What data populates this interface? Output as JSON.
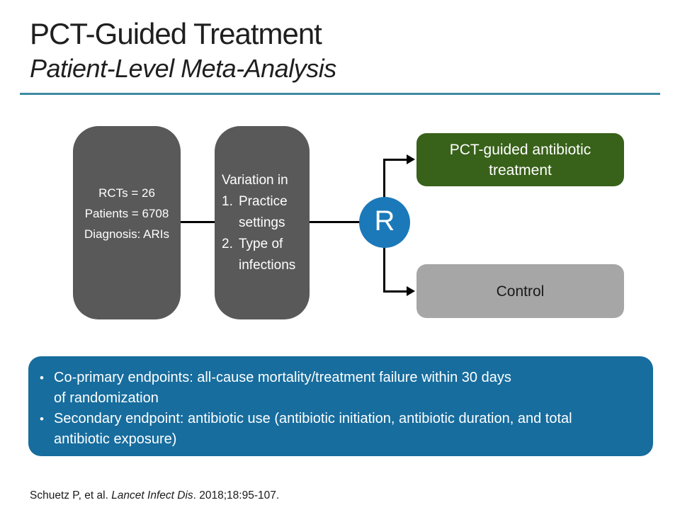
{
  "header": {
    "title": "PCT-Guided Treatment",
    "subtitle": "Patient-Level Meta-Analysis"
  },
  "diagram": {
    "study_box": {
      "line1": "RCTs = 26",
      "line2": "Patients = 6708",
      "line3": "Diagnosis: ARIs"
    },
    "variation_box": {
      "heading": "Variation in",
      "item1_num": "1.",
      "item1_text": "Practice\nsettings",
      "item2_num": "2.",
      "item2_text": "Type of\ninfections"
    },
    "randomizer_label": "R",
    "pct_arm_label": "PCT-guided antibiotic\ntreatment",
    "control_arm_label": "Control"
  },
  "endpoints_panel": {
    "bullet_glyph": "•",
    "bullet1": "Co-primary endpoints: all-cause mortality/treatment failure within 30 days\nof randomization",
    "bullet2": "Secondary endpoint: antibiotic use (antibiotic initiation, antibiotic duration, and total\nantibiotic exposure)"
  },
  "citation": {
    "prefix": "Schuetz P, et al. ",
    "journal": "Lancet Infect Dis",
    "suffix": ". 2018;18:95-107."
  },
  "colors": {
    "accent_teal": "#3e8ba3",
    "node_blue": "#1b79b9",
    "panel_blue": "#176d9e",
    "arm_green": "#38611a",
    "box_gray": "#595959",
    "control_gray": "#a6a6a6",
    "connector_black": "#000000"
  }
}
